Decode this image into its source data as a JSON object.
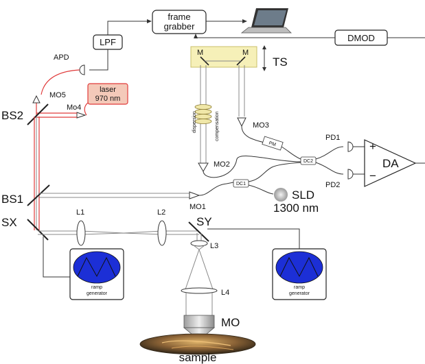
{
  "labels": {
    "frame_grabber_line1": "frame",
    "frame_grabber_line2": "grabber",
    "lpf": "LPF",
    "dmod": "DMOD",
    "apd": "APD",
    "mo5": "MO5",
    "laser_line1": "laser",
    "laser_line2": "970 nm",
    "mo4": "Mo4",
    "bs2": "BS2",
    "bs1": "BS1",
    "sx": "SX",
    "sy": "SY",
    "ts": "TS",
    "m_left": "M",
    "m_right": "M",
    "dispersion": "dispersion",
    "compensation": "compensation",
    "mo3": "MO3",
    "mo2": "MO2",
    "mo1": "MO1",
    "pm": "PM",
    "dc2": "DC2",
    "dc1": "DC1",
    "pd1": "PD1",
    "pd2": "PD2",
    "da": "DA",
    "plus": "+",
    "minus": "−",
    "sld_line1": "SLD",
    "sld_line2": "1300 nm",
    "l1": "L1",
    "l2": "L2",
    "l3": "L3",
    "l4": "L4",
    "mo": "MO",
    "ramp_left_line1": "ramp",
    "ramp_left_line2": "generator",
    "ramp_right_line1": "ramp",
    "ramp_right_line2": "generator",
    "sample": "sample"
  },
  "colors": {
    "laser_red": "#e03a3a",
    "laser_fill": "#f4c9b9",
    "ts_fill": "#f6f0b8",
    "ramp_screen": "#1c2fd6",
    "sample_dark": "#3a2a18",
    "sample_light": "#c89a55",
    "objective_tip": "#2bb3e8"
  },
  "icons": {
    "laptop": "laptop-icon",
    "scope_left": "ramp-waveform-icon",
    "scope_right": "ramp-waveform-icon"
  }
}
